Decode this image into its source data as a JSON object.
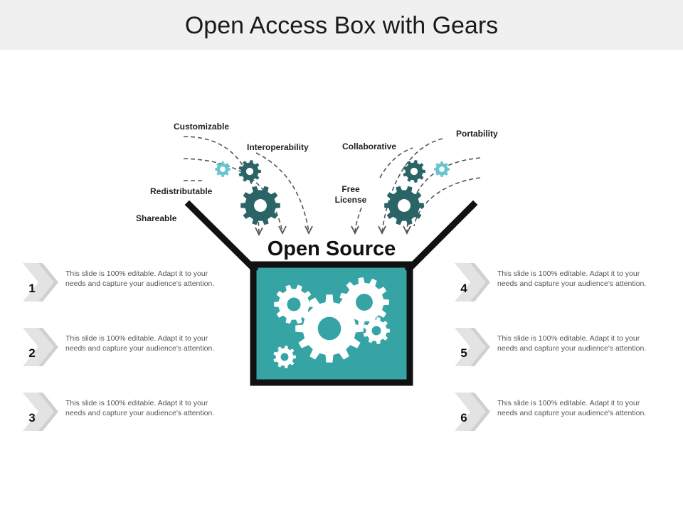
{
  "title": "Open Access Box with Gears",
  "center_label": "Open Source",
  "inputs": {
    "customizable": "Customizable",
    "interoperability": "Interoperability",
    "redistributable": "Redistributable",
    "shareable": "Shareable",
    "collaborative": "Collaborative",
    "portability": "Portability",
    "free_license_line1": "Free",
    "free_license_line2": "License"
  },
  "steps": [
    {
      "num": "1",
      "text": "This slide is 100% editable. Adapt it to your needs and capture your audience's attention."
    },
    {
      "num": "2",
      "text": "This slide is 100% editable. Adapt it to your needs and capture your audience's attention."
    },
    {
      "num": "3",
      "text": "This slide is 100% editable. Adapt it to your needs and capture your audience's attention."
    },
    {
      "num": "4",
      "text": "This slide is 100% editable. Adapt it to your needs and capture your audience's attention."
    },
    {
      "num": "5",
      "text": "This slide is 100% editable. Adapt it to your needs and capture your audience's attention."
    },
    {
      "num": "6",
      "text": "This slide is 100% editable. Adapt it to your needs and capture your audience's attention."
    }
  ],
  "colors": {
    "box_fill": "#36a3a5",
    "gear_dark": "#2b6467",
    "gear_light": "#66c5cf",
    "box_outline": "#111111",
    "chevron": "#cfcfcf"
  }
}
